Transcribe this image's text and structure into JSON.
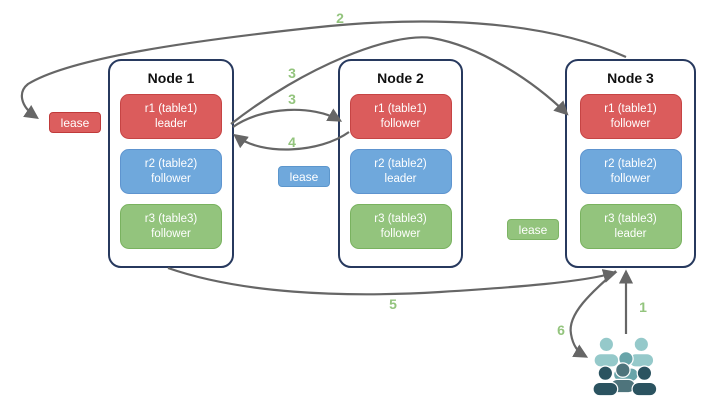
{
  "nodes": [
    {
      "title": "Node 1",
      "replicas": [
        {
          "name": "r1 (table1)",
          "role": "leader"
        },
        {
          "name": "r2 (table2)",
          "role": "follower"
        },
        {
          "name": "r3 (table3)",
          "role": "follower"
        }
      ]
    },
    {
      "title": "Node 2",
      "replicas": [
        {
          "name": "r1 (table1)",
          "role": "follower"
        },
        {
          "name": "r2 (table2)",
          "role": "leader"
        },
        {
          "name": "r3 (table3)",
          "role": "follower"
        }
      ]
    },
    {
      "title": "Node 3",
      "replicas": [
        {
          "name": "r1 (table1)",
          "role": "follower"
        },
        {
          "name": "r2 (table2)",
          "role": "follower"
        },
        {
          "name": "r3 (table3)",
          "role": "leader"
        }
      ]
    }
  ],
  "leases": {
    "red": "lease",
    "blue": "lease",
    "green": "lease"
  },
  "steps": {
    "s1": "1",
    "s2": "2",
    "s3a": "3",
    "s3b": "3",
    "s4": "4",
    "s5": "5",
    "s6": "6"
  },
  "icons": {
    "clients": "users-group-icon"
  },
  "colors": {
    "replica_red": "#DB5C5C",
    "replica_blue": "#6FA8DC",
    "replica_green": "#93C47D",
    "node_border": "#27395E",
    "arrow_gray": "#666666",
    "step_label_green": "#93C47D",
    "people_light_teal": "#95C9CA",
    "people_medium_teal": "#68A4A9",
    "people_gray_teal": "#4E747C",
    "people_dark_slate": "#2B5360"
  }
}
